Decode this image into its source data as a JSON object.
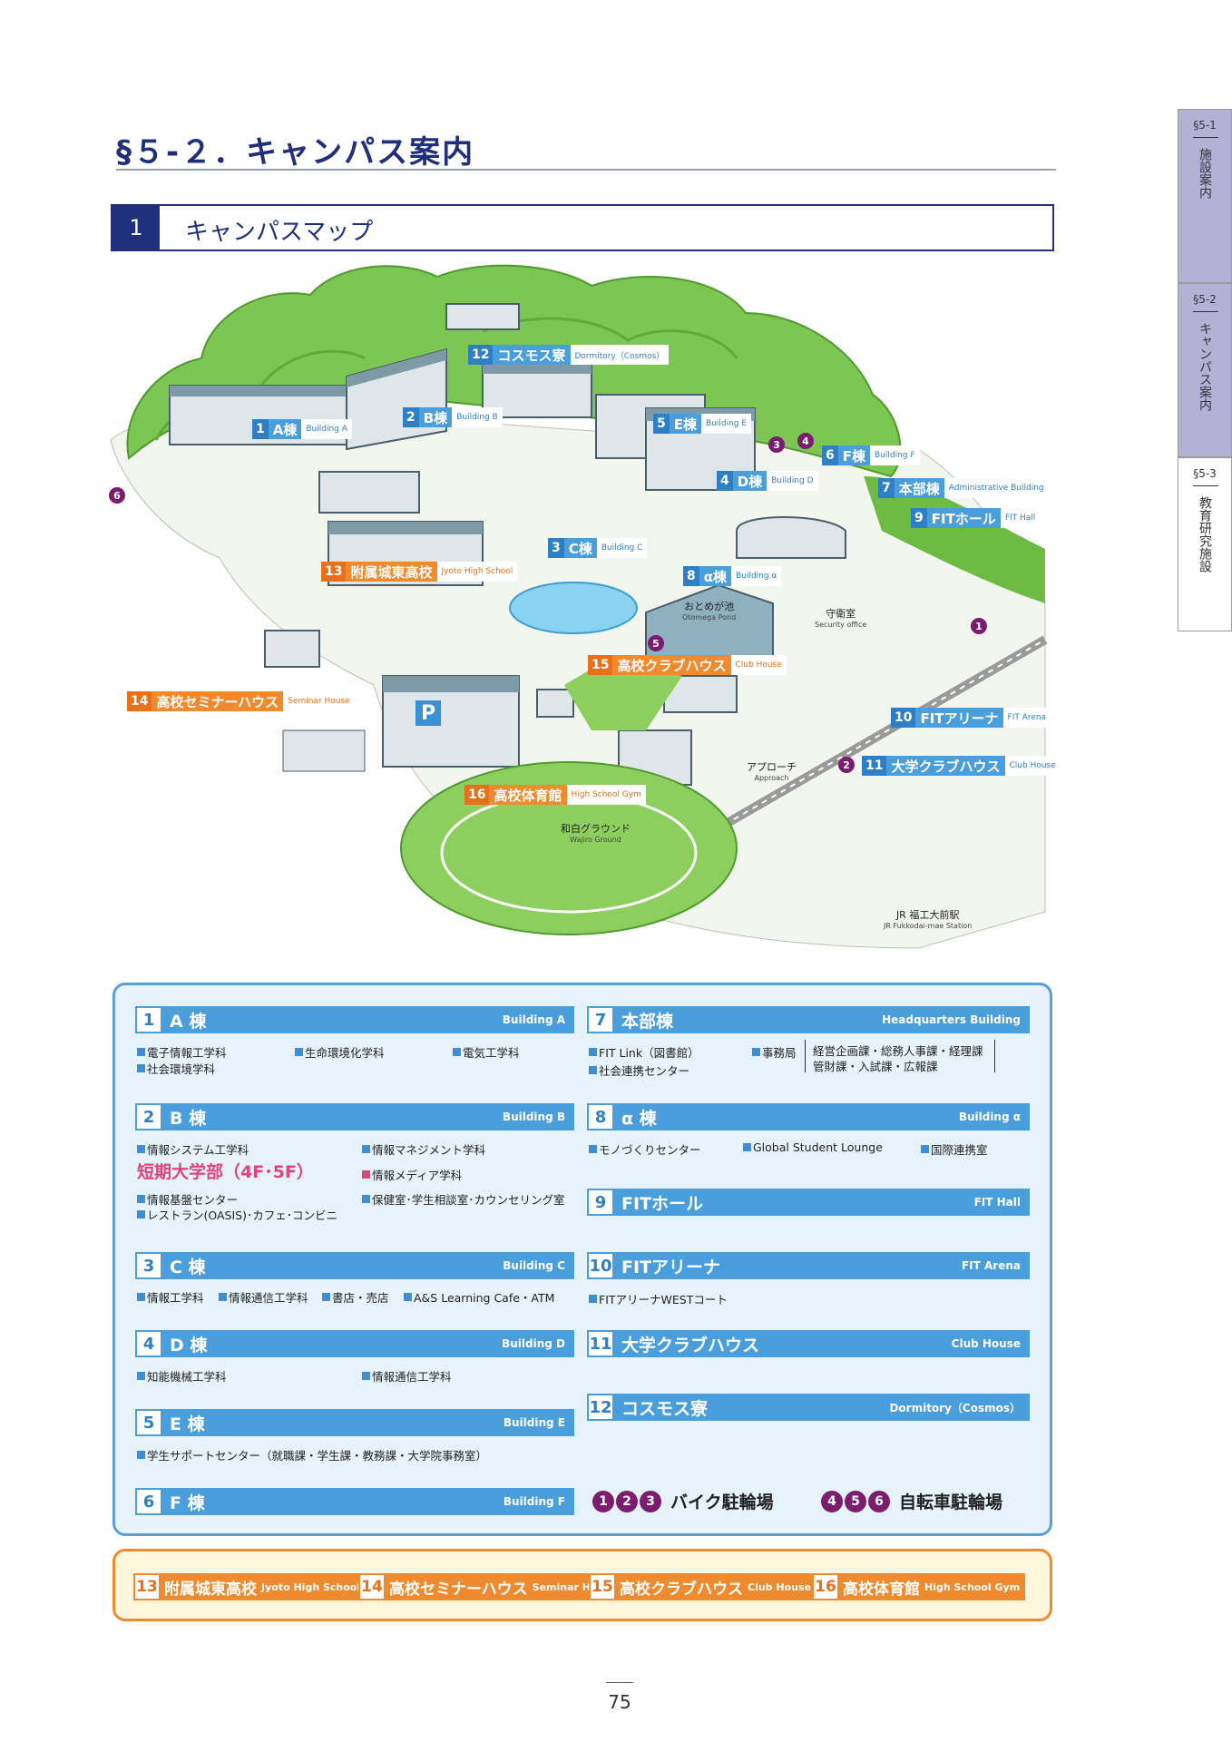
{
  "heading": {
    "title": "§５-２．キャンパス案内",
    "sub_num": "1",
    "sub_title": "キャンパスマップ"
  },
  "side_tabs": [
    {
      "section": "§5-1",
      "label": "施設案内",
      "active": true
    },
    {
      "section": "§5-2",
      "label": "キャンパス案内",
      "active": true
    },
    {
      "section": "§5-3",
      "label": "教育研究施設",
      "active": false
    }
  ],
  "map_labels": [
    {
      "num": "12",
      "jp": "コスモス寮",
      "en": "Dormitory（Cosmos）"
    },
    {
      "num": "1",
      "jp": "A棟",
      "en": "Building A"
    },
    {
      "num": "2",
      "jp": "B棟",
      "en": "Building B"
    },
    {
      "num": "5",
      "jp": "E棟",
      "en": "Building E"
    },
    {
      "num": "6",
      "jp": "F棟",
      "en": "Building F"
    },
    {
      "num": "4",
      "jp": "D棟",
      "en": "Building D"
    },
    {
      "num": "7",
      "jp": "本部棟",
      "en": "Administrative Building"
    },
    {
      "num": "9",
      "jp": "FITホール",
      "en": "FIT Hall"
    },
    {
      "num": "3",
      "jp": "C棟",
      "en": "Building C"
    },
    {
      "num": "13",
      "jp": "附属城東高校",
      "en": "Jyoto High School"
    },
    {
      "num": "8",
      "jp": "α棟",
      "en": "Building α"
    },
    {
      "num": "15",
      "jp": "高校クラブハウス",
      "en": "Club House"
    },
    {
      "num": "14",
      "jp": "高校セミナーハウス",
      "en": "Seminar House"
    },
    {
      "num": "10",
      "jp": "FITアリーナ",
      "en": "FIT Arena"
    },
    {
      "num": "11",
      "jp": "大学クラブハウス",
      "en": "Club House"
    },
    {
      "num": "16",
      "jp": "高校体育館",
      "en": "High School Gym"
    }
  ],
  "map_texts": {
    "pond_jp": "おとめが池",
    "pond_en": "Otomega Pond",
    "security_jp": "守衛室",
    "security_en": "Security office",
    "approach_jp": "アプローチ",
    "approach_en": "Approach",
    "ground_jp": "和白グラウンド",
    "ground_en": "Wajiro Ground",
    "station_jp": "JR 福工大前駅",
    "station_en": "JR Fukkodai-mae Station",
    "parking": "P"
  },
  "pins": [
    "1",
    "2",
    "3",
    "4",
    "5",
    "6"
  ],
  "legend": {
    "b1": {
      "num": "1",
      "jp": "A 棟",
      "en": "Building A",
      "items": [
        "電子情報工学科",
        "生命環境化学科",
        "電気工学科",
        "社会環境学科"
      ]
    },
    "b2": {
      "num": "2",
      "jp": "B 棟",
      "en": "Building B",
      "items": [
        "情報システム工学科",
        "情報マネジメント学科",
        "情報メディア学科",
        "情報基盤センター",
        "保健室･学生相談室･カウンセリング室",
        "レストラン(OASIS)･カフェ･コンビニ"
      ],
      "junior": "短期大学部（4F･5F）"
    },
    "b3": {
      "num": "3",
      "jp": "C 棟",
      "en": "Building C",
      "items": [
        "情報工学科",
        "情報通信工学科",
        "書店・売店",
        "A&S Learning Cafe・ATM"
      ]
    },
    "b4": {
      "num": "4",
      "jp": "D 棟",
      "en": "Building D",
      "items": [
        "知能機械工学科",
        "情報通信工学科"
      ]
    },
    "b5": {
      "num": "5",
      "jp": "E 棟",
      "en": "Building E",
      "items": [
        "学生サポートセンター（就職課・学生課・教務課・大学院事務室）"
      ]
    },
    "b6": {
      "num": "6",
      "jp": "F 棟",
      "en": "Building F"
    },
    "b7": {
      "num": "7",
      "jp": "本部棟",
      "en": "Headquarters Building",
      "items": [
        "FIT Link（図書館）",
        "社会連携センター",
        "事務局"
      ],
      "office1": "経営企画課・総務人事課・経理課",
      "office2": "管財課・入試課・広報課"
    },
    "b8": {
      "num": "8",
      "jp": "α 棟",
      "en": "Building α",
      "items": [
        "モノづくりセンター",
        "Global Student Lounge",
        "国際連携室"
      ]
    },
    "b9": {
      "num": "9",
      "jp": "FITホール",
      "en": "FIT Hall"
    },
    "b10": {
      "num": "10",
      "jp": "FITアリーナ",
      "en": "FIT Arena",
      "items": [
        "FITアリーナWESTコート"
      ]
    },
    "b11": {
      "num": "11",
      "jp": "大学クラブハウス",
      "en": "Club House"
    },
    "b12": {
      "num": "12",
      "jp": "コスモス寮",
      "en": "Dormitory（Cosmos）"
    },
    "bike": {
      "nums": [
        "1",
        "2",
        "3"
      ],
      "label": "バイク駐輪場"
    },
    "cycle": {
      "nums": [
        "4",
        "5",
        "6"
      ],
      "label": "自転車駐輪場"
    }
  },
  "highschool": [
    {
      "num": "13",
      "jp": "附属城東高校",
      "en": "Jyoto High School"
    },
    {
      "num": "14",
      "jp": "高校セミナーハウス",
      "en": "Seminar House"
    },
    {
      "num": "15",
      "jp": "高校クラブハウス",
      "en": "Club House"
    },
    {
      "num": "16",
      "jp": "高校体育館",
      "en": "High School Gym"
    }
  ],
  "colors": {
    "navy": "#1f2f7a",
    "blue": "#4a9edc",
    "orange": "#f08a2e",
    "purple": "#7a1d6e",
    "green": "#6cc24a"
  },
  "page_number": "75"
}
